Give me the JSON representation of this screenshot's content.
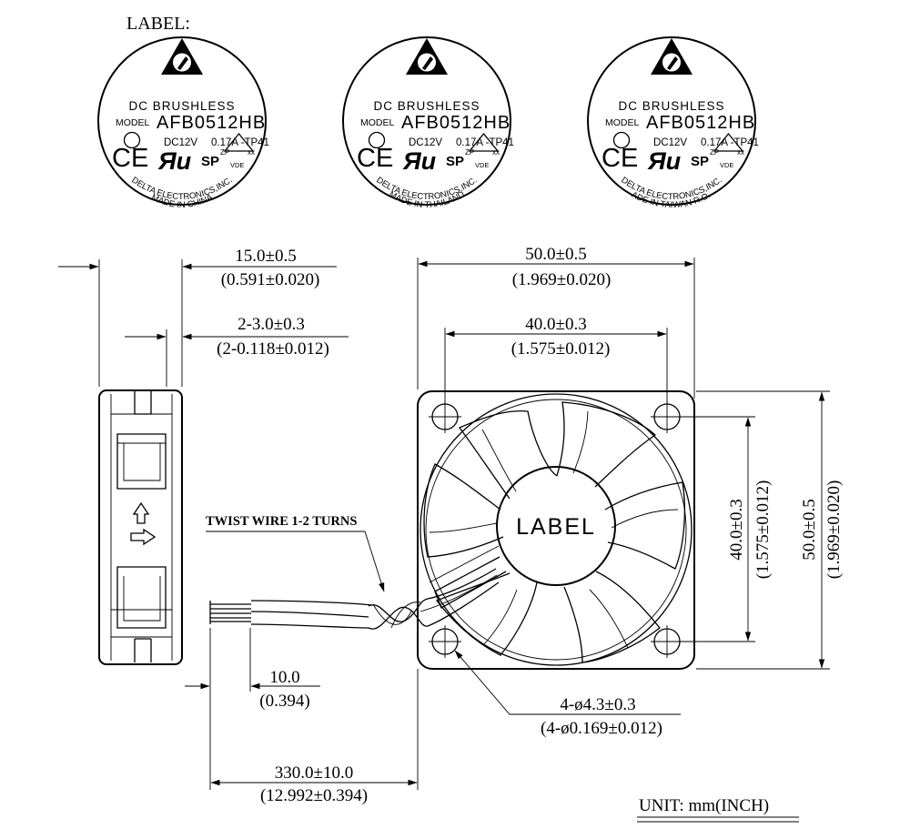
{
  "header": {
    "label_title": "LABEL:"
  },
  "labels": [
    {
      "line1": "DC BRUSHLESS",
      "model_prefix": "MODEL",
      "model": "AFB0512HB",
      "voltage": "DC12V",
      "current": "0.17A -TP41",
      "company": "DELTA ELECTRONICS,INC.",
      "origin": "MADE IN CHINA"
    },
    {
      "line1": "DC BRUSHLESS",
      "model_prefix": "MODEL",
      "model": "AFB0512HB",
      "voltage": "DC12V",
      "current": "0.17A -TP41",
      "company": "DELTA ELECTRONICS,INC.",
      "origin": "MADE IN THAILAND"
    },
    {
      "line1": "DC BRUSHLESS",
      "model_prefix": "MODEL",
      "model": "AFB0512HB",
      "voltage": "DC12V",
      "current": "0.17A -TP41",
      "company": "DELTA ELECTRONICS,INC.",
      "origin": "MADE IN TAIWAN R.O.C."
    }
  ],
  "marks": {
    "ce": "CE",
    "ul": "Яu",
    "csa": "SP",
    "zp": "ZP",
    "xx": "xx",
    "vde": "VDE"
  },
  "icons": {
    "logo": "delta-triangle-logo-icon",
    "airflow": "airflow-arrow-icon",
    "rotation": "rotation-arrow-icon"
  },
  "dims": {
    "side_width_mm": "15.0±0.5",
    "side_width_in": "(0.591±0.020)",
    "flange_mm": "2-3.0±0.3",
    "flange_in": "(2-0.118±0.012)",
    "overall_w_mm": "50.0±0.5",
    "overall_w_in": "(1.969±0.020)",
    "hole_w_mm": "40.0±0.3",
    "hole_w_in": "(1.575±0.012)",
    "hole_h_mm": "40.0±0.3",
    "hole_h_in": "(1.575±0.012)",
    "overall_h_mm": "50.0±0.5",
    "overall_h_in": "(1.969±0.020)",
    "strip_mm": "10.0",
    "strip_in": "(0.394)",
    "wire_mm": "330.0±10.0",
    "wire_in": "(12.992±0.394)",
    "holes_mm": "4-ø4.3±0.3",
    "holes_in": "(4-ø0.169±0.012)"
  },
  "notes": {
    "twist": "TWIST WIRE 1-2 TURNS",
    "unit": "UNIT: mm(INCH)",
    "hub_label": "LABEL"
  }
}
